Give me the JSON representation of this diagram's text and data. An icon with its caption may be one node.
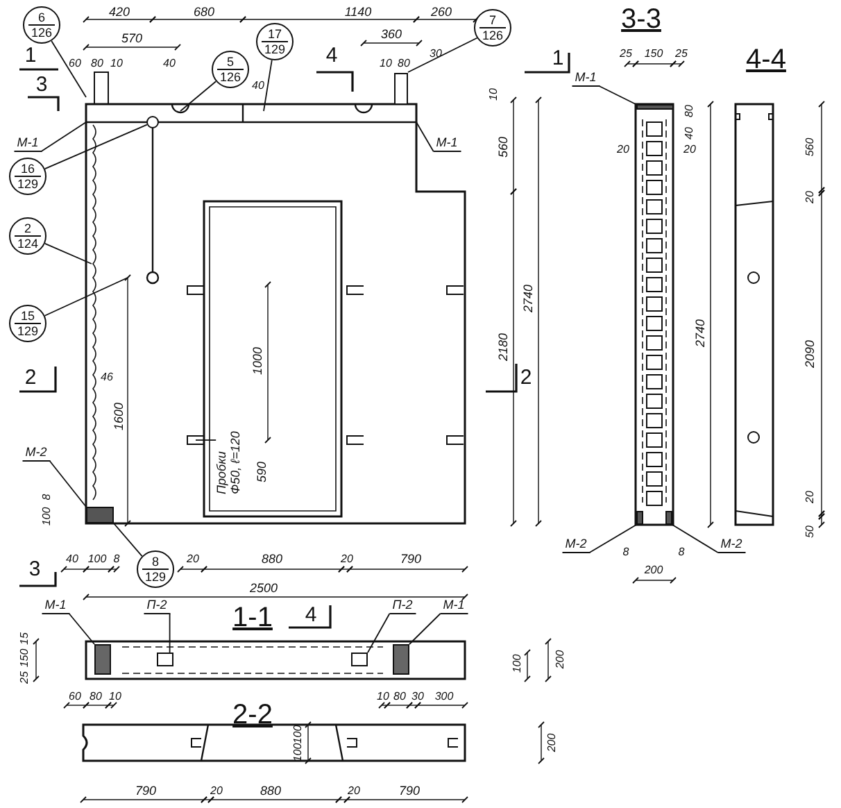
{
  "diagram": {
    "nodes": [
      {
        "text": [
          "6",
          "126"
        ]
      },
      {
        "text": [
          "5",
          "126"
        ]
      },
      {
        "text": [
          "17",
          "129"
        ]
      },
      {
        "text": [
          "7",
          "126"
        ]
      },
      {
        "text": [
          "М-1"
        ]
      },
      {
        "text": [
          "М-1"
        ]
      },
      {
        "text": [
          "16",
          "129"
        ]
      },
      {
        "text": [
          "2",
          "124"
        ]
      },
      {
        "text": [
          "15",
          "129"
        ]
      },
      {
        "text": [
          "М-2"
        ]
      },
      {
        "text": [
          "8",
          "129"
        ]
      },
      {
        "text": [
          "Пробки Ф50, ℓ=120"
        ]
      },
      {
        "text": [
          "М-1"
        ]
      },
      {
        "text": [
          "П-2"
        ]
      },
      {
        "text": [
          "П-2"
        ]
      },
      {
        "text": [
          "М-1"
        ]
      },
      {
        "text": [
          "М-1"
        ]
      },
      {
        "text": [
          "М-2"
        ]
      },
      {
        "text": [
          "М-2"
        ]
      },
      {
        "text": [],
        "shape": "circle"
      },
      {
        "text": [],
        "shape": "box"
      },
      {
        "text": [],
        "shape": "box"
      },
      {
        "text": [],
        "shape": "box"
      },
      {
        "text": [],
        "shape": "box"
      },
      {
        "text": [],
        "shape": "box"
      },
      {
        "text": [],
        "shape": "bar"
      },
      {
        "text": [],
        "shape": "box"
      },
      {
        "text": [],
        "shape": "box"
      },
      {
        "text": [],
        "shape": "box"
      }
    ],
    "edges": [
      {
        "from": 0,
        "to": null,
        "arrow": "none"
      },
      {
        "from": 1,
        "to": null,
        "arrow": "none"
      },
      {
        "from": 2,
        "to": null,
        "arrow": "none"
      },
      {
        "from": 3,
        "to": 28,
        "arrow": "none"
      },
      {
        "from": 4,
        "to": null,
        "arrow": "none"
      },
      {
        "from": 5,
        "to": null,
        "arrow": "none"
      },
      {
        "from": 6,
        "to": 19,
        "arrow": "none"
      },
      {
        "from": 7,
        "to": null,
        "arrow": "none"
      },
      {
        "from": 8,
        "to": null,
        "arrow": "none"
      },
      {
        "from": 9,
        "to": 20,
        "arrow": "none"
      },
      {
        "from": 10,
        "to": 20,
        "arrow": "none"
      },
      {
        "from": 11,
        "to": null,
        "arrow": "none"
      },
      {
        "from": 12,
        "to": 21,
        "arrow": "none"
      },
      {
        "from": 13,
        "to": 22,
        "arrow": "none"
      },
      {
        "from": 14,
        "to": 23,
        "arrow": "none"
      },
      {
        "from": 15,
        "to": 24,
        "arrow": "none"
      },
      {
        "from": 16,
        "to": 25,
        "arrow": "none"
      },
      {
        "from": 17,
        "to": 26,
        "arrow": "none"
      },
      {
        "from": 18,
        "to": 27,
        "arrow": "none"
      }
    ],
    "labels": [
      "420",
      "680",
      "1140",
      "260",
      "570",
      "360",
      "1",
      "4",
      "1",
      "60",
      "80",
      "10",
      "40",
      "10",
      "80",
      "30",
      "40",
      "3",
      "10",
      "560",
      "2740",
      "1000",
      "2180",
      "2",
      "46",
      "2",
      "1600",
      "590",
      "100",
      "8",
      "40",
      "100",
      "8",
      "20",
      "880",
      "20",
      "790",
      "3",
      "2500",
      "1-1",
      "4",
      "15",
      "150",
      "25",
      "100",
      "200",
      "60",
      "80",
      "10",
      "10",
      "80",
      "30",
      "300",
      "2-2",
      "100",
      "100",
      "200",
      "790",
      "20",
      "880",
      "20",
      "790",
      "3-3",
      "25",
      "150",
      "25",
      "4-4",
      "80",
      "40",
      "20",
      "20",
      "560",
      "20",
      "2740",
      "2090",
      "20",
      "50",
      "8",
      "8",
      "200"
    ]
  }
}
